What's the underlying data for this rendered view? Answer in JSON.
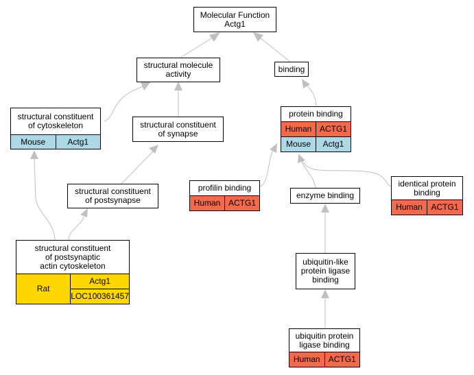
{
  "colors": {
    "edge": "#c0c0c0",
    "Human": "#f4684c",
    "Mouse": "#add8e6",
    "Rat": "#ffd700"
  },
  "nodes": {
    "root": {
      "label": "Molecular Function\nActg1"
    },
    "structural_molecule_activity": {
      "label": "structural molecule\nactivity"
    },
    "binding": {
      "label": "binding"
    },
    "structural_constituent_cytoskeleton": {
      "label": "structural constituent\nof cytoskeleton",
      "species": "Mouse",
      "gene": "Actg1"
    },
    "structural_constituent_synapse": {
      "label": "structural constituent\nof synapse"
    },
    "protein_binding": {
      "label": "protein binding",
      "rows": [
        {
          "species": "Human",
          "gene": "ACTG1"
        },
        {
          "species": "Mouse",
          "gene": "Actg1"
        }
      ]
    },
    "structural_constituent_postsynapse": {
      "label": "structural constituent\nof postsynapse"
    },
    "profilin_binding": {
      "label": "profilin binding",
      "species": "Human",
      "gene": "ACTG1"
    },
    "enzyme_binding": {
      "label": "enzyme binding"
    },
    "identical_protein_binding": {
      "label": "identical protein\nbinding",
      "species": "Human",
      "gene": "ACTG1"
    },
    "structural_constituent_postsynaptic_actin": {
      "label": "structural constituent\nof postsynaptic\nactin cytoskeleton",
      "species": "Rat",
      "genes": [
        "Actg1",
        "LOC100361457"
      ]
    },
    "ubiquitin_like_ligase_binding": {
      "label": "ubiquitin-like\nprotein ligase\nbinding"
    },
    "ubiquitin_ligase_binding": {
      "label": "ubiquitin protein\nligase binding",
      "species": "Human",
      "gene": "ACTG1"
    }
  }
}
